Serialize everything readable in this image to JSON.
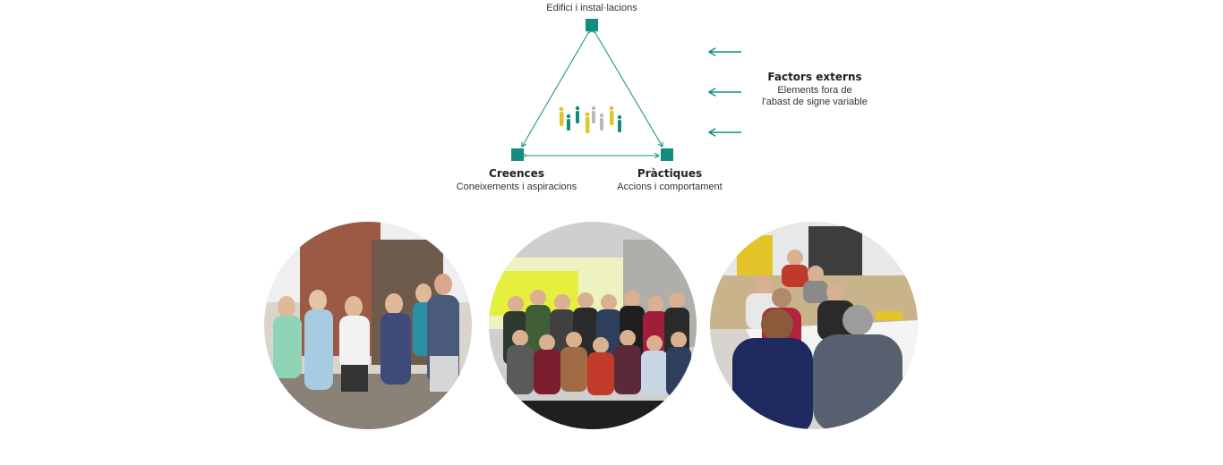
{
  "diagram": {
    "top": {
      "subtitle": "Edifici i instal·lacions"
    },
    "left": {
      "title": "Creences",
      "subtitle": "Coneixements i aspiracions"
    },
    "right": {
      "title": "Pràctiques",
      "subtitle": "Accions i comportament"
    },
    "external": {
      "title": "Factors externs",
      "subtitle_line1": "Elements fora de",
      "subtitle_line2": "l'abast de signe variable"
    }
  },
  "colors": {
    "accent": "#128c7e",
    "people_yellow": "#e3c52a",
    "people_grey": "#b8b8b8"
  },
  "photos": [
    {
      "icon": "group-outdoor-photo"
    },
    {
      "icon": "group-indoor-photo"
    },
    {
      "icon": "workshop-table-photo"
    }
  ]
}
